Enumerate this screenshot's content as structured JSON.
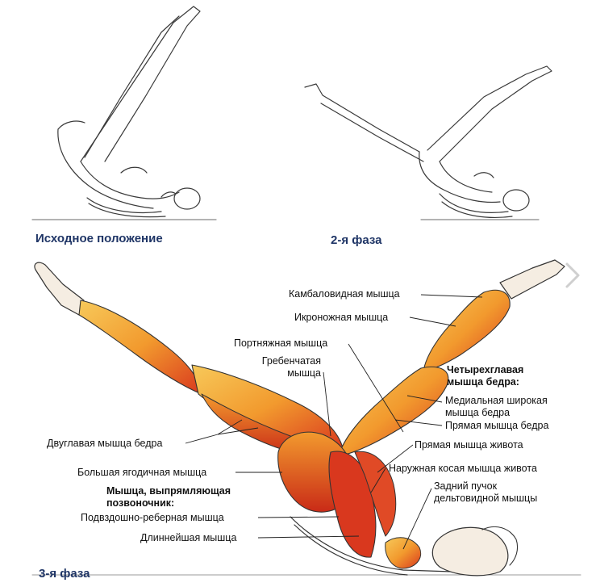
{
  "captions": {
    "start": "Исходное положение",
    "phase2": "2-я фаза",
    "phase3": "3-я фаза"
  },
  "labels": {
    "soleus": "Камбаловидная мышца",
    "gastrocnemius": "Икроножная мышца",
    "sartorius": "Портняжная мышца",
    "pectineus_l1": "Гребенчатая",
    "pectineus_l2": "мышца",
    "quadriceps_l1": "Четырехглавая",
    "quadriceps_l2": "мышца бедра:",
    "vastus_medialis_l1": "Медиальная широкая",
    "vastus_medialis_l2": "мышца бедра",
    "rectus_femoris": "Прямая мышца бедра",
    "biceps_femoris": "Двуглавая мышца бедра",
    "rectus_abdominis": "Прямая мышца живота",
    "external_oblique": "Наружная косая мышца живота",
    "gluteus_maximus": "Большая ягодичная мышца",
    "deltoid_l1": "Задний пучок",
    "deltoid_l2": "дельтовидной мышцы",
    "erector_l1": "Мышца, выпрямляющая",
    "erector_l2": "позвоночник:",
    "iliocostalis": "Подвздошно-реберная мышца",
    "longissimus": "Длиннейшая мышца"
  },
  "colors": {
    "caption": "#1f3566",
    "muscle_red": "#d9381e",
    "muscle_orange": "#f29a2e",
    "muscle_yellow": "#f7c95a",
    "line": "#222222",
    "skin": "#f5ede2"
  },
  "icons": {
    "next": "chevron-right-icon"
  }
}
